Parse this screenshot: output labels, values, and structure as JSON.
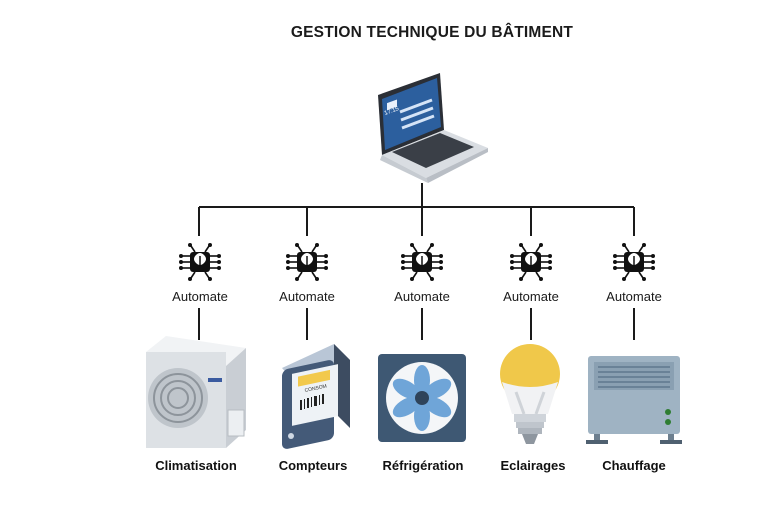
{
  "title": "GESTION TECHNIQUE DU BÂTIMENT",
  "controller_label": "Automate",
  "nodes": [
    {
      "controller": "Automate",
      "device": "Climatisation",
      "icon": "air-conditioner-icon"
    },
    {
      "controller": "Automate",
      "device": "Compteurs",
      "icon": "energy-meter-icon"
    },
    {
      "controller": "Automate",
      "device": "Réfrigération",
      "icon": "fan-icon"
    },
    {
      "controller": "Automate",
      "device": "Eclairages",
      "icon": "light-bulb-icon"
    },
    {
      "controller": "Automate",
      "device": "Chauffage",
      "icon": "radiator-icon"
    }
  ],
  "laptop_screen_text": "17:15",
  "meter_label": "CONSOM",
  "colors": {
    "line": "#1a1a1a",
    "bulb": "#f0c84a",
    "fan_bg": "#3e5873",
    "fan_blade": "#6fa5d8",
    "meter_tag": "#f2c94c",
    "radiator": "#9fb3c3"
  }
}
